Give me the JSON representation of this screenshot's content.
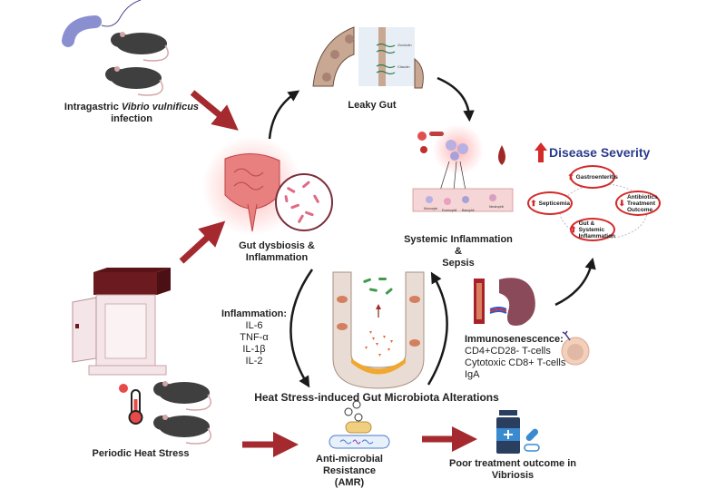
{
  "nodes": {
    "infection": {
      "label_prefix": "Intragastric ",
      "label_italic": "Vibrio vulnificus",
      "label_suffix": "infection"
    },
    "leaky_gut": {
      "label": "Leaky Gut",
      "inset_labels": [
        "Occludin",
        "Claudin"
      ]
    },
    "gut_dysbiosis": {
      "label": "Gut dysbiosis & Inflammation"
    },
    "systemic": {
      "label_line1": "Systemic Inflammation &",
      "label_line2": "Sepsis",
      "cell_labels": [
        "Monocyte",
        "Eosinophil",
        "Basophil",
        "Neutrophil"
      ]
    },
    "disease_severity": {
      "title": "Disease Severity",
      "items": [
        {
          "label": "Gastroenteritis",
          "direction": "up"
        },
        {
          "label": "Septicemia",
          "direction": "up"
        },
        {
          "label": "Antibiotics Treatment Outcome",
          "direction": "down"
        },
        {
          "label": "Gut & Systemic Inflammation",
          "direction": "up"
        }
      ]
    },
    "inflammation": {
      "title": "Inflammation:",
      "markers": [
        "IL-6",
        "TNF-α",
        "IL-1β",
        "IL-2"
      ]
    },
    "immunosenescence": {
      "title": "Immunosenescence:",
      "items": [
        "CD4+CD28- T-cells",
        "Cytotoxic CD8+ T-cells",
        "IgA"
      ]
    },
    "microbiota": {
      "label": "Heat Stress-induced Gut Microbiota Alterations"
    },
    "heat_stress": {
      "label": "Periodic Heat Stress"
    },
    "amr": {
      "label_line1": "Anti-microbial Resistance",
      "label_line2": "(AMR)"
    },
    "poor_outcome": {
      "label_line1": "Poor treatment outcome in",
      "label_line2": "Vibriosis"
    }
  },
  "colors": {
    "arrow_red": "#a52a2f",
    "arrow_black": "#1a1a1a",
    "severity_blue": "#2b3a8c",
    "severity_red": "#d42a2a",
    "mouse": "#4a4a4a",
    "gut": "#e87b7b"
  }
}
